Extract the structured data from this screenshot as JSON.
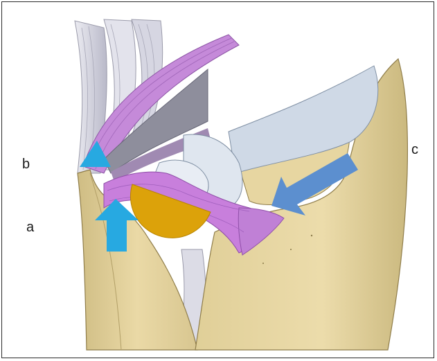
{
  "labels": {
    "a": "a",
    "b": "b",
    "c": "c"
  },
  "colors": {
    "bone": "#e7d6a1",
    "bone_shade": "#c9b77e",
    "ligament": "#c27fd9",
    "tendon": "#d9d9e3",
    "cartilage": "#cfd9e6",
    "marker_orange": "#dca20a",
    "arrow_light_blue": "#27a9e1",
    "arrow_steel_blue": "#5c8fcf"
  },
  "icons": {
    "arrow_up": "up-arrow-icon",
    "triangle_up": "triangle-up-icon",
    "arrow_diagonal": "diagonal-arrow-icon"
  }
}
